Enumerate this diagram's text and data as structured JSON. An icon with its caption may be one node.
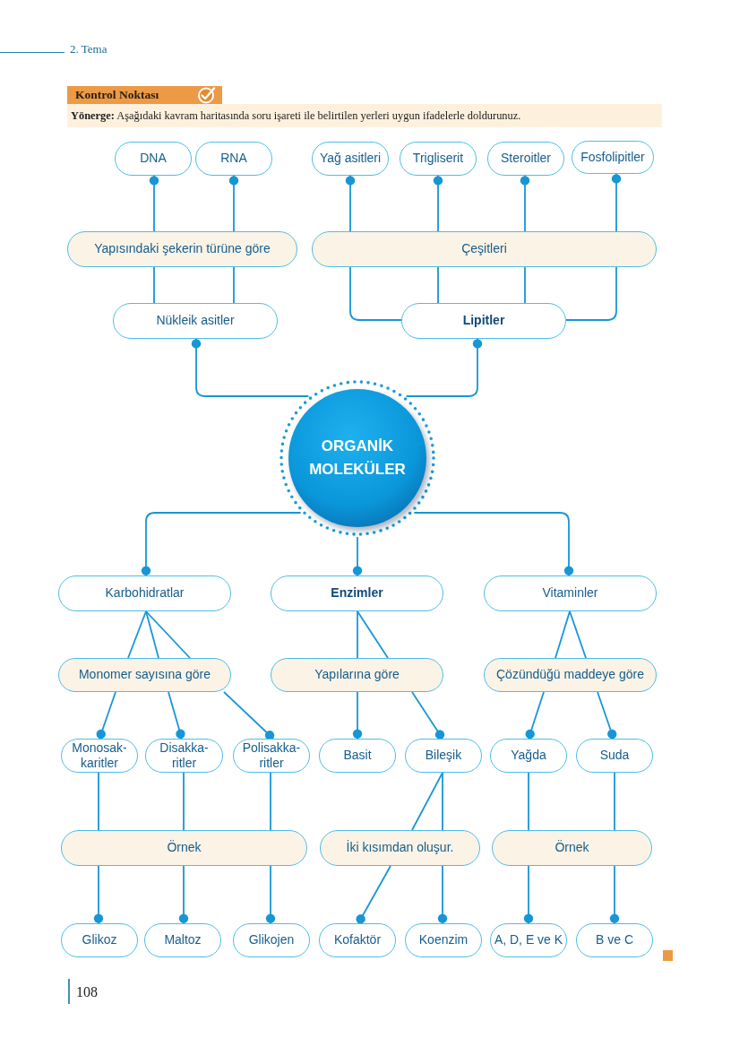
{
  "diagram": {
    "title": "Kontrol Noktası",
    "nodes": [
      {
        "text": [
          "DNA"
        ]
      },
      {
        "text": [
          "RNA"
        ]
      },
      {
        "text": [
          "Yağ asitleri"
        ]
      },
      {
        "text": [
          "Trigliserit"
        ]
      },
      {
        "text": [
          "Steroitler"
        ]
      },
      {
        "text": [
          "Fosfolipitler"
        ]
      },
      {
        "text": [
          "Yapısındaki şekerin türüne göre"
        ]
      },
      {
        "text": [
          "Çeşitleri"
        ]
      },
      {
        "text": [
          "Nükleik asitler"
        ]
      },
      {
        "text": [
          "Lipitler"
        ]
      },
      {
        "text": [
          "ORGANİK MOLEKÜLER"
        ]
      },
      {
        "text": [
          "Karbohidratlar"
        ]
      },
      {
        "text": [
          "Enzimler"
        ]
      },
      {
        "text": [
          "Vitaminler"
        ]
      },
      {
        "text": [
          "Monomer sayısına göre"
        ]
      },
      {
        "text": [
          "Yapılarına göre"
        ]
      },
      {
        "text": [
          "Çözündüğü maddeye göre"
        ]
      },
      {
        "text": [
          "Monosak- karitler"
        ]
      },
      {
        "text": [
          "Disakka- ritler"
        ]
      },
      {
        "text": [
          "Polisakka- ritler"
        ]
      },
      {
        "text": [
          "Basit"
        ]
      },
      {
        "text": [
          "Bileşik"
        ]
      },
      {
        "text": [
          "Yağda"
        ]
      },
      {
        "text": [
          "Suda"
        ]
      },
      {
        "text": [
          "Örnek"
        ]
      },
      {
        "text": [
          "İki kısımdan oluşur."
        ]
      },
      {
        "text": [
          "Örnek"
        ]
      },
      {
        "text": [
          "Glikoz"
        ]
      },
      {
        "text": [
          "Maltoz"
        ]
      },
      {
        "text": [
          "Glikojen"
        ]
      },
      {
        "text": [
          "Kofaktör"
        ]
      },
      {
        "text": [
          "Koenzim"
        ]
      },
      {
        "text": [
          "A, D, E ve K"
        ]
      },
      {
        "text": [
          "B ve C"
        ]
      }
    ],
    "edges": [
      {
        "from": 6,
        "to": 0,
        "arrow": "other"
      },
      {
        "from": 6,
        "to": 1,
        "arrow": "other"
      },
      {
        "from": 8,
        "to": 6,
        "arrow": "none"
      },
      {
        "from": 8,
        "to": 6,
        "arrow": "none"
      },
      {
        "from": 7,
        "to": 2,
        "arrow": "other"
      },
      {
        "from": 7,
        "to": 3,
        "arrow": "other"
      },
      {
        "from": 7,
        "to": 4,
        "arrow": "other"
      },
      {
        "from": 7,
        "to": 5,
        "arrow": "other"
      },
      {
        "from": 9,
        "to": 7,
        "arrow": "none"
      },
      {
        "from": 9,
        "to": 7,
        "arrow": "none"
      },
      {
        "from": 9,
        "to": 7,
        "arrow": "none"
      },
      {
        "from": 9,
        "to": 7,
        "arrow": "none"
      },
      {
        "from": 10,
        "to": 8,
        "arrow": "other"
      },
      {
        "from": 10,
        "to": 9,
        "arrow": "other"
      },
      {
        "from": 10,
        "to": 11,
        "arrow": "other"
      },
      {
        "from": 10,
        "to": 12,
        "arrow": "other"
      },
      {
        "from": 10,
        "to": 13,
        "arrow": "other"
      },
      {
        "from": 11,
        "to": 14,
        "arrow": "none"
      },
      {
        "from": 11,
        "to": 14,
        "arrow": "none"
      },
      {
        "from": 11,
        "to": 14,
        "arrow": "none"
      },
      {
        "from": 12,
        "to": 15,
        "arrow": "none"
      },
      {
        "from": 12,
        "to": 15,
        "arrow": "none"
      },
      {
        "from": 13,
        "to": 16,
        "arrow": "none"
      },
      {
        "from": 13,
        "to": 16,
        "arrow": "none"
      },
      {
        "from": 14,
        "to": 17,
        "arrow": "other"
      },
      {
        "from": 14,
        "to": 18,
        "arrow": "other"
      },
      {
        "from": 14,
        "to": 19,
        "arrow": "other"
      },
      {
        "from": 15,
        "to": 20,
        "arrow": "other"
      },
      {
        "from": 15,
        "to": 21,
        "arrow": "other"
      },
      {
        "from": 16,
        "to": 22,
        "arrow": "other"
      },
      {
        "from": 16,
        "to": 23,
        "arrow": "other"
      },
      {
        "from": 17,
        "to": 24,
        "arrow": "none"
      },
      {
        "from": 18,
        "to": 24,
        "arrow": "none"
      },
      {
        "from": 19,
        "to": 24,
        "arrow": "none"
      },
      {
        "from": 21,
        "to": 25,
        "arrow": "none"
      },
      {
        "from": 21,
        "to": 25,
        "arrow": "none"
      },
      {
        "from": 22,
        "to": 26,
        "arrow": "none"
      },
      {
        "from": 23,
        "to": 26,
        "arrow": "none"
      },
      {
        "from": 24,
        "to": 27,
        "arrow": "other"
      },
      {
        "from": 24,
        "to": 28,
        "arrow": "other"
      },
      {
        "from": 24,
        "to": 29,
        "arrow": "other"
      },
      {
        "from": 25,
        "to": 30,
        "arrow": "other"
      },
      {
        "from": 25,
        "to": 31,
        "arrow": "other"
      },
      {
        "from": 26,
        "to": 32,
        "arrow": "other"
      },
      {
        "from": 26,
        "to": 33,
        "arrow": "other"
      }
    ],
    "labels": [
      "2. Tema",
      "**Yönerge:** Aşağıdaki kavram haritasında soru işareti ile belirtilen yerleri uygun ifadelerle doldurunuz.",
      "108"
    ]
  }
}
